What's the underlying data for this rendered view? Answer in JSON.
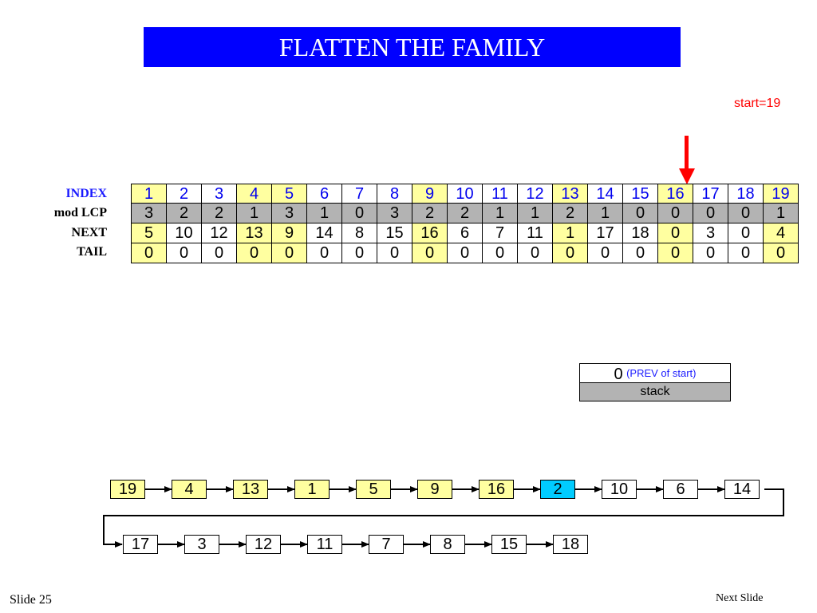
{
  "title": "FLATTEN THE FAMILY",
  "start_label": "start=19",
  "row_labels": {
    "index": "INDEX",
    "lcp": "mod LCP",
    "next": "NEXT",
    "tail": "TAIL"
  },
  "table": {
    "index": [
      "1",
      "2",
      "3",
      "4",
      "5",
      "6",
      "7",
      "8",
      "9",
      "10",
      "11",
      "12",
      "13",
      "14",
      "15",
      "16",
      "17",
      "18",
      "19"
    ],
    "lcp": [
      "3",
      "2",
      "2",
      "1",
      "3",
      "1",
      "0",
      "3",
      "2",
      "2",
      "1",
      "1",
      "2",
      "1",
      "0",
      "0",
      "0",
      "0",
      "1"
    ],
    "next": [
      "5",
      "10",
      "12",
      "13",
      "9",
      "14",
      "8",
      "15",
      "16",
      "6",
      "7",
      "11",
      "1",
      "17",
      "18",
      "0",
      "3",
      "0",
      "4"
    ],
    "tail": [
      "0",
      "0",
      "0",
      "0",
      "0",
      "0",
      "0",
      "0",
      "0",
      "0",
      "0",
      "0",
      "0",
      "0",
      "0",
      "0",
      "0",
      "0",
      "0"
    ],
    "highlighted_indices": [
      1,
      4,
      5,
      9,
      13,
      16,
      19
    ]
  },
  "stack": {
    "value": "0",
    "note": "(PREV of start)",
    "label": "stack"
  },
  "chain": {
    "row1": [
      {
        "v": "19",
        "hl": true
      },
      {
        "v": "4",
        "hl": true
      },
      {
        "v": "13",
        "hl": true
      },
      {
        "v": "1",
        "hl": true
      },
      {
        "v": "5",
        "hl": true
      },
      {
        "v": "9",
        "hl": true
      },
      {
        "v": "16",
        "hl": true
      },
      {
        "v": "2",
        "cur": true
      },
      {
        "v": "10"
      },
      {
        "v": "6"
      },
      {
        "v": "14"
      }
    ],
    "row2": [
      {
        "v": "17"
      },
      {
        "v": "3"
      },
      {
        "v": "12"
      },
      {
        "v": "11"
      },
      {
        "v": "7"
      },
      {
        "v": "8"
      },
      {
        "v": "15"
      },
      {
        "v": "18"
      }
    ]
  },
  "colors": {
    "title_bg": "#0000ff",
    "highlight": "#ffffa0",
    "current": "#00ccff",
    "pointer": "#ff0000",
    "shade": "#b3b3b3"
  },
  "footer": {
    "slide": "Slide 25",
    "next": "Next Slide"
  }
}
